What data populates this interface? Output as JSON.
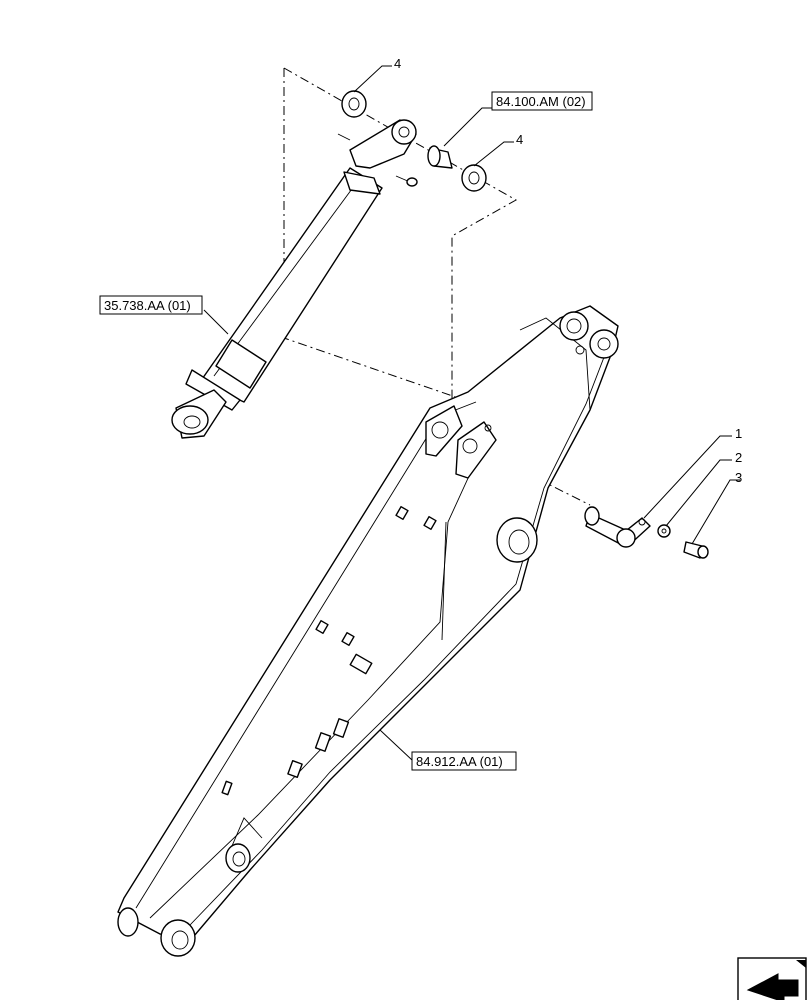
{
  "references": {
    "cylinder": "35.738.AA (01)",
    "bushing": "84.100.AM (02)",
    "arm": "84.912.AA (01)"
  },
  "callouts": [
    "1",
    "2",
    "3",
    "4",
    "4"
  ],
  "colors": {
    "line": "#000000",
    "background": "#ffffff"
  },
  "icons": {
    "navigation": "arrow-icon"
  }
}
